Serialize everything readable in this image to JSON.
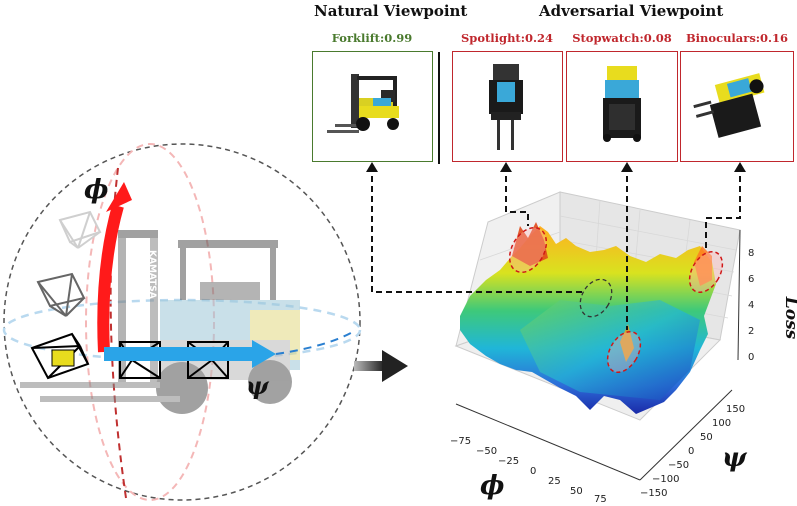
{
  "headers": {
    "natural": "Natural Viewpoint",
    "adversarial": "Adversarial Viewpoint"
  },
  "natural_panel": {
    "label": "Forklift:0.99",
    "color": "#4a7a2e"
  },
  "adversarial_panels": [
    {
      "label": "Spotlight:0.24",
      "color": "#c0272d"
    },
    {
      "label": "Stopwatch:0.08",
      "color": "#c0272d"
    },
    {
      "label": "Binoculars:0.16",
      "color": "#c0272d"
    }
  ],
  "sphere": {
    "phi_label": "ϕ",
    "psi_label": "ψ",
    "forklift_brand": "KAMATSA",
    "phi_color": "#ff1a1a",
    "psi_color": "#2aa4e8"
  },
  "surface_plot": {
    "zlabel": "Loss",
    "phi_label": "ϕ",
    "psi_label": "ψ",
    "z_ticks": [
      "8",
      "6",
      "4",
      "2",
      "0"
    ],
    "phi_ticks": [
      "−75",
      "−50",
      "−25",
      "0",
      "25",
      "50",
      "75"
    ],
    "psi_ticks": [
      "150",
      "100",
      "50",
      "0",
      "−50",
      "−100",
      "−150"
    ]
  }
}
